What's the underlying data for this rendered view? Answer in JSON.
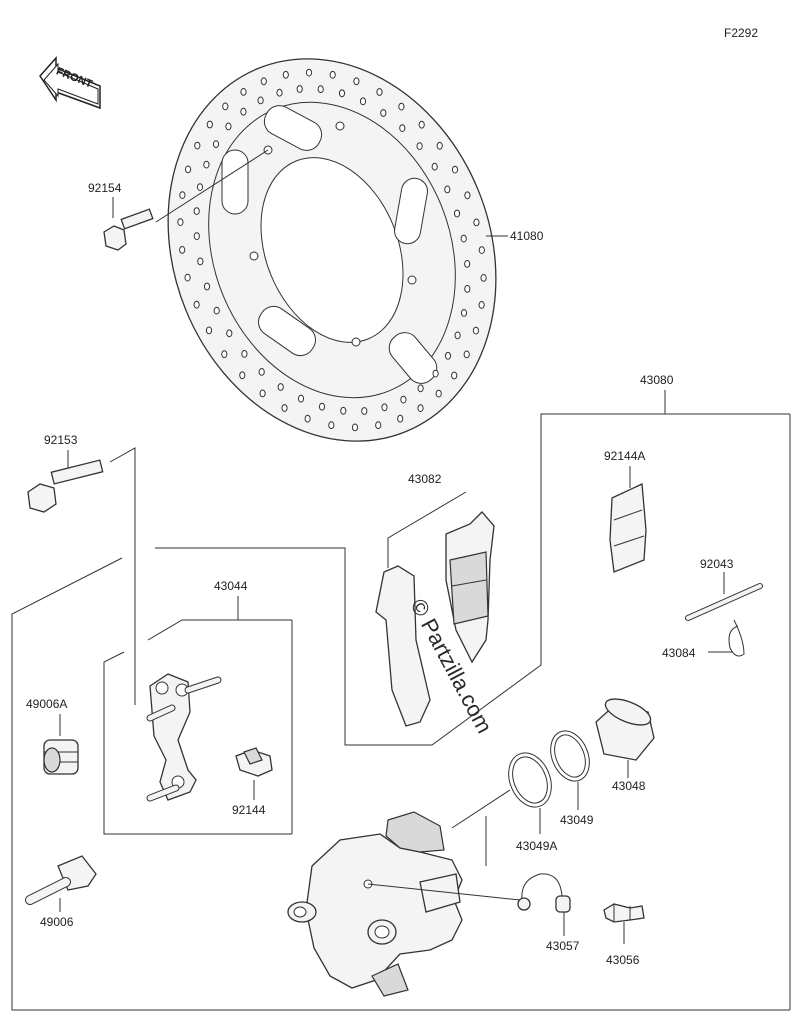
{
  "figure_code": "F2292",
  "front_badge": "FRONT",
  "watermark": "© Partzilla.com",
  "parts": {
    "p92154": "92154",
    "p41080": "41080",
    "p43080": "43080",
    "p92153": "92153",
    "p43082": "43082",
    "p92144A": "92144A",
    "p43044": "43044",
    "p92043": "92043",
    "p43084": "43084",
    "p49006A": "49006A",
    "p92144": "92144",
    "p43048": "43048",
    "p43049": "43049",
    "p43049A": "43049A",
    "p49006": "49006",
    "p43057": "43057",
    "p43056": "43056"
  }
}
